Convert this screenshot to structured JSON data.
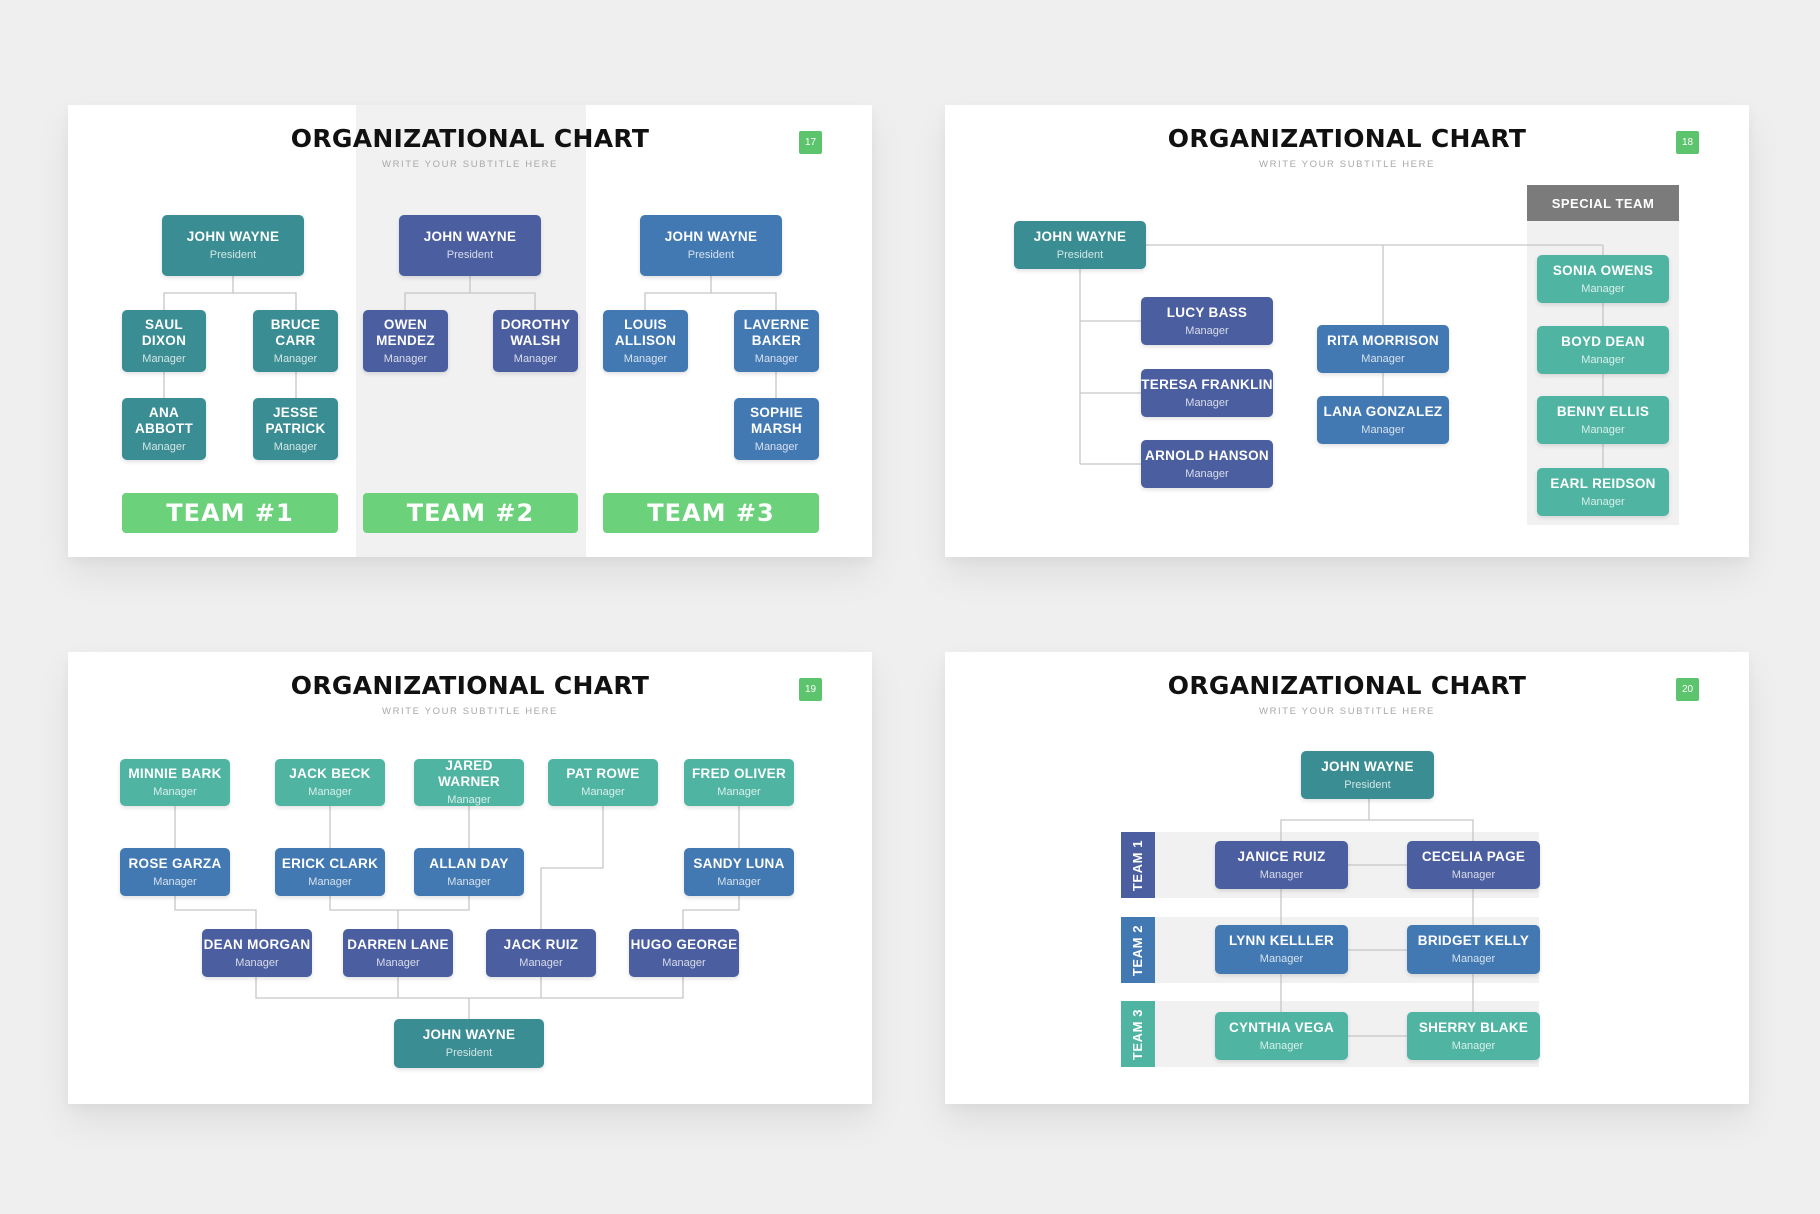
{
  "colors": {
    "teal": "#3a8d92",
    "indigo": "#4b5e9f",
    "blue": "#4379b3",
    "mint": "#4fb5a2",
    "green": "#6bd27b",
    "gray": "#7b7b7b",
    "badge": "#5cc46c"
  },
  "slides": [
    {
      "title": "ORGANIZATIONAL CHART",
      "subtitle": "WRITE YOUR SUBTITLE HERE",
      "page": "17",
      "teams": [
        "TEAM #1",
        "TEAM #2",
        "TEAM #3"
      ],
      "nodes": [
        {
          "name": "JOHN WAYNE",
          "role": "President"
        },
        {
          "name": "SAUL\nDIXON",
          "role": "Manager"
        },
        {
          "name": "BRUCE\nCARR",
          "role": "Manager"
        },
        {
          "name": "ANA\nABBOTT",
          "role": "Manager"
        },
        {
          "name": "JESSE\nPATRICK",
          "role": "Manager"
        },
        {
          "name": "JOHN WAYNE",
          "role": "President"
        },
        {
          "name": "OWEN\nMENDEZ",
          "role": "Manager"
        },
        {
          "name": "DOROTHY\nWALSH",
          "role": "Manager"
        },
        {
          "name": "JOHN WAYNE",
          "role": "President"
        },
        {
          "name": "LOUIS\nALLISON",
          "role": "Manager"
        },
        {
          "name": "LAVERNE\nBAKER",
          "role": "Manager"
        },
        {
          "name": "SOPHIE\nMARSH",
          "role": "Manager"
        }
      ]
    },
    {
      "title": "ORGANIZATIONAL CHART",
      "subtitle": "WRITE YOUR SUBTITLE HERE",
      "page": "18",
      "special_team": "SPECIAL TEAM",
      "nodes": [
        {
          "name": "JOHN WAYNE",
          "role": "President"
        },
        {
          "name": "LUCY BASS",
          "role": "Manager"
        },
        {
          "name": "TERESA FRANKLIN",
          "role": "Manager"
        },
        {
          "name": "ARNOLD HANSON",
          "role": "Manager"
        },
        {
          "name": "RITA MORRISON",
          "role": "Manager"
        },
        {
          "name": "LANA GONZALEZ",
          "role": "Manager"
        },
        {
          "name": "SONIA OWENS",
          "role": "Manager"
        },
        {
          "name": "BOYD DEAN",
          "role": "Manager"
        },
        {
          "name": "BENNY ELLIS",
          "role": "Manager"
        },
        {
          "name": "EARL REIDSON",
          "role": "Manager"
        }
      ]
    },
    {
      "title": "ORGANIZATIONAL CHART",
      "subtitle": "WRITE YOUR SUBTITLE HERE",
      "page": "19",
      "nodes": [
        {
          "name": "MINNIE BARK",
          "role": "Manager"
        },
        {
          "name": "JACK BECK",
          "role": "Manager"
        },
        {
          "name": "JARED WARNER",
          "role": "Manager"
        },
        {
          "name": "PAT ROWE",
          "role": "Manager"
        },
        {
          "name": "FRED OLIVER",
          "role": "Manager"
        },
        {
          "name": "ROSE GARZA",
          "role": "Manager"
        },
        {
          "name": "ERICK CLARK",
          "role": "Manager"
        },
        {
          "name": "ALLAN DAY",
          "role": "Manager"
        },
        {
          "name": "SANDY LUNA",
          "role": "Manager"
        },
        {
          "name": "DEAN MORGAN",
          "role": "Manager"
        },
        {
          "name": "DARREN LANE",
          "role": "Manager"
        },
        {
          "name": "JACK RUIZ",
          "role": "Manager"
        },
        {
          "name": "HUGO GEORGE",
          "role": "Manager"
        },
        {
          "name": "JOHN WAYNE",
          "role": "President"
        }
      ]
    },
    {
      "title": "ORGANIZATIONAL CHART",
      "subtitle": "WRITE YOUR SUBTITLE HERE",
      "page": "20",
      "rows": [
        "TEAM 1",
        "TEAM 2",
        "TEAM 3"
      ],
      "nodes": [
        {
          "name": "JOHN WAYNE",
          "role": "President"
        },
        {
          "name": "JANICE RUIZ",
          "role": "Manager"
        },
        {
          "name": "CECELIA PAGE",
          "role": "Manager"
        },
        {
          "name": "LYNN KELLLER",
          "role": "Manager"
        },
        {
          "name": "BRIDGET KELLY",
          "role": "Manager"
        },
        {
          "name": "CYNTHIA VEGA",
          "role": "Manager"
        },
        {
          "name": "SHERRY BLAKE",
          "role": "Manager"
        }
      ]
    }
  ]
}
